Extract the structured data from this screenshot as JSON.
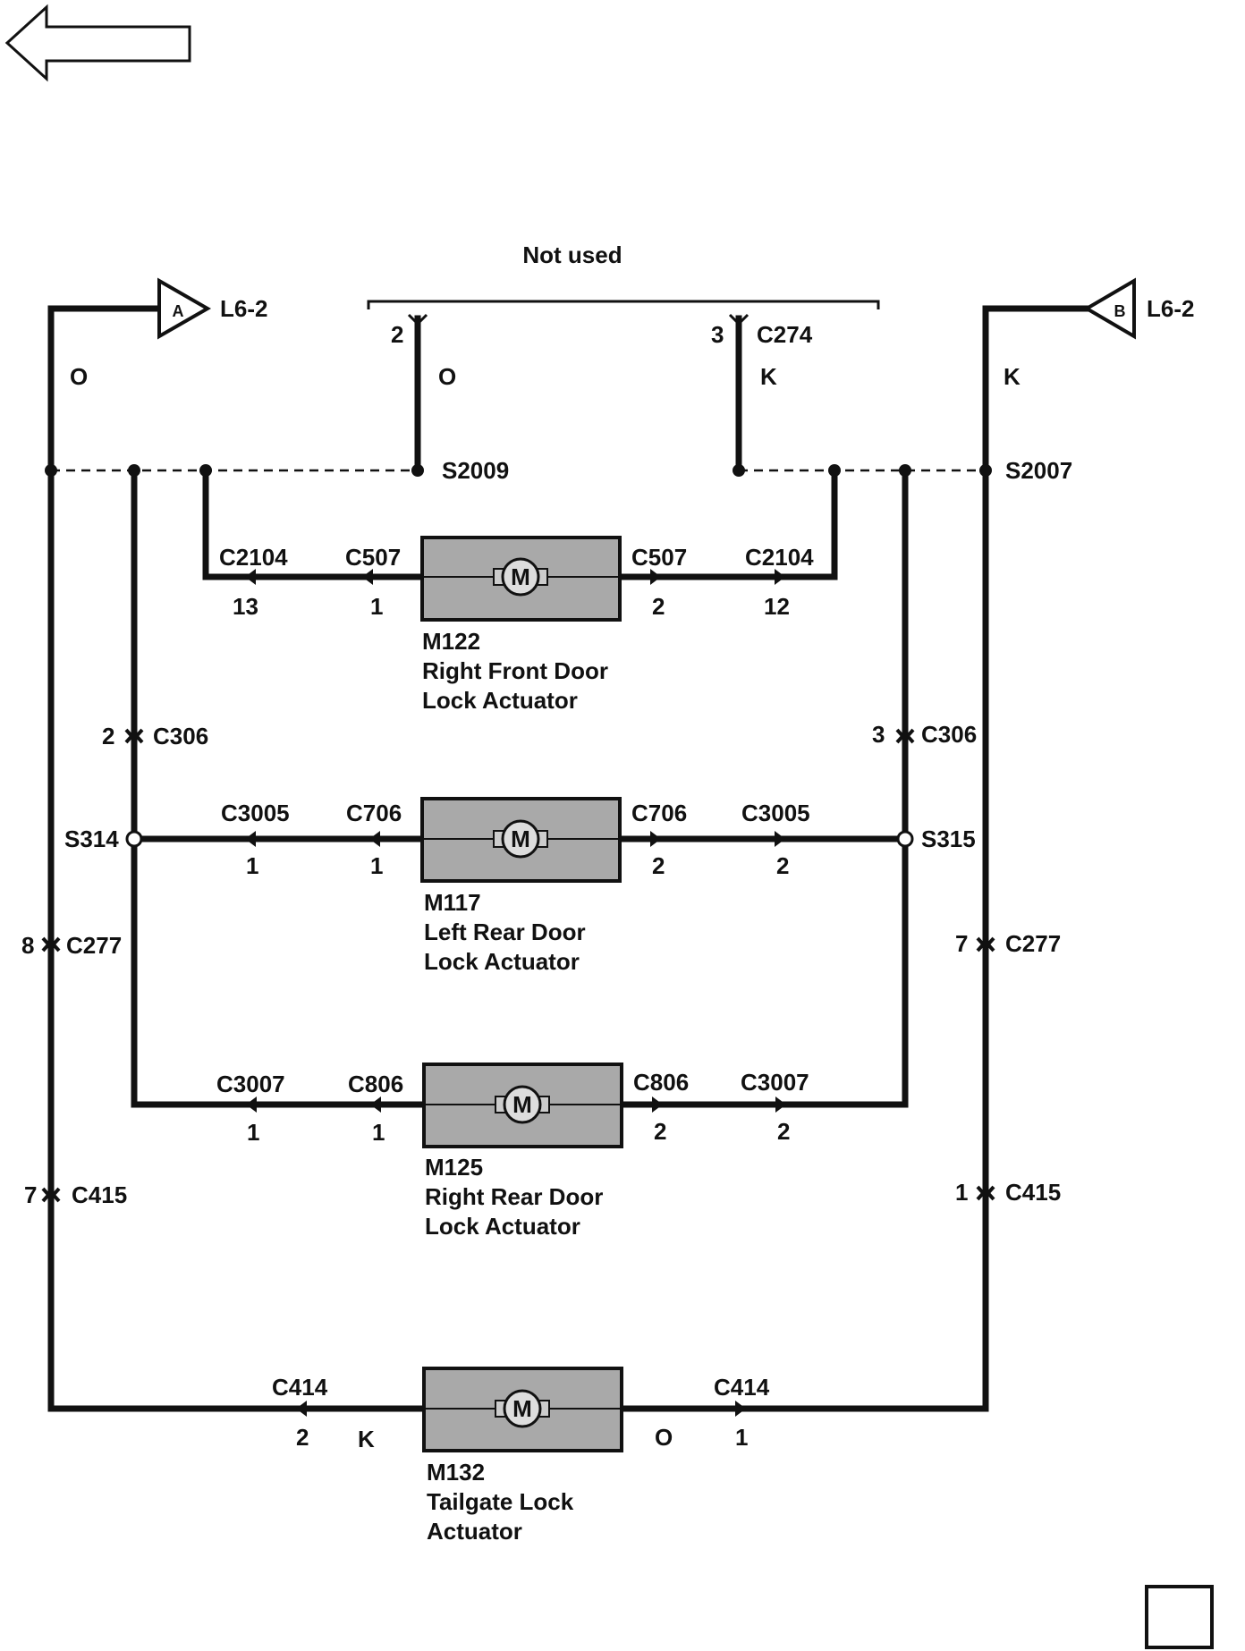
{
  "nav": {
    "back_icon": "left-arrow-icon"
  },
  "header": {
    "not_used": "Not used"
  },
  "refs": {
    "left_letter": "A",
    "left_ref": "L6-2",
    "right_letter": "B",
    "right_ref": "L6-2"
  },
  "connector_top": {
    "pin_left": "2",
    "pin_right": "3",
    "name": "C274"
  },
  "colors": {
    "o_left": "O",
    "o_mid": "O",
    "k_mid": "K",
    "k_right": "K",
    "k_bottom": "K",
    "o_bottom": "O"
  },
  "splices": {
    "s2009": "S2009",
    "s2007": "S2007",
    "s314": "S314",
    "s315": "S315"
  },
  "c306": {
    "left_pin": "2",
    "right_pin": "3",
    "name": "C306"
  },
  "c277": {
    "left_pin": "8",
    "right_pin": "7",
    "name": "C277"
  },
  "c415": {
    "left_pin": "7",
    "right_pin": "1",
    "name": "C415"
  },
  "m122": {
    "id": "M122",
    "line1": "Right Front Door",
    "line2": "Lock Actuator",
    "c_outer_left": "C2104",
    "p_outer_left": "13",
    "c_inner_left": "C507",
    "p_inner_left": "1",
    "c_inner_right": "C507",
    "p_inner_right": "2",
    "c_outer_right": "C2104",
    "p_outer_right": "12"
  },
  "m117": {
    "id": "M117",
    "line1": "Left Rear Door",
    "line2": "Lock Actuator",
    "c_outer_left": "C3005",
    "p_outer_left": "1",
    "c_inner_left": "C706",
    "p_inner_left": "1",
    "c_inner_right": "C706",
    "p_inner_right": "2",
    "c_outer_right": "C3005",
    "p_outer_right": "2"
  },
  "m125": {
    "id": "M125",
    "line1": "Right Rear Door",
    "line2": "Lock Actuator",
    "c_outer_left": "C3007",
    "p_outer_left": "1",
    "c_inner_left": "C806",
    "p_inner_left": "1",
    "c_inner_right": "C806",
    "p_inner_right": "2",
    "c_outer_right": "C3007",
    "p_outer_right": "2"
  },
  "m132": {
    "id": "M132",
    "line1": "Tailgate Lock",
    "line2": "Actuator",
    "c_left": "C414",
    "p_left": "2",
    "c_right": "C414",
    "p_right": "1"
  },
  "motor_symbol": "M"
}
